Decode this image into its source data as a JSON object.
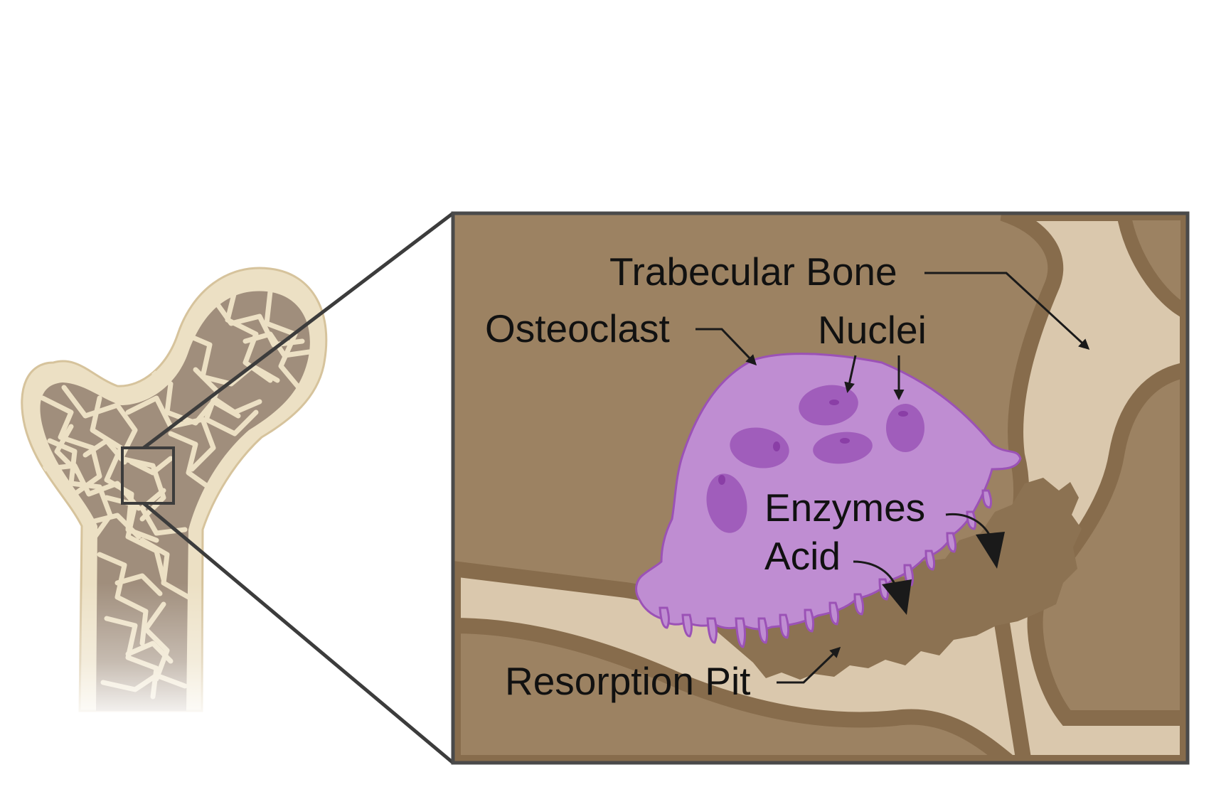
{
  "labels": {
    "trabecular_bone": "Trabecular Bone",
    "osteoclast": "Osteoclast",
    "nuclei": "Nuclei",
    "enzymes": "Enzymes",
    "acid": "Acid",
    "resorption_pit": "Resorption Pit"
  },
  "colors": {
    "bone_matrix": "#9c8262",
    "bone_edge": "#876c4c",
    "marrow_light": "#dac8ad",
    "bone_outer": "#ece0c4",
    "trabecula_fill": "#a08e7c",
    "osteoclast": "#bf8dd2",
    "osteoclast_outline": "#9b52b6",
    "nucleus": "#a05dbb",
    "pit": "#8c7252",
    "frame": "#4a4a4a"
  },
  "icons": {
    "femur": "femur-icon",
    "osteoclast": "osteoclast-icon"
  }
}
